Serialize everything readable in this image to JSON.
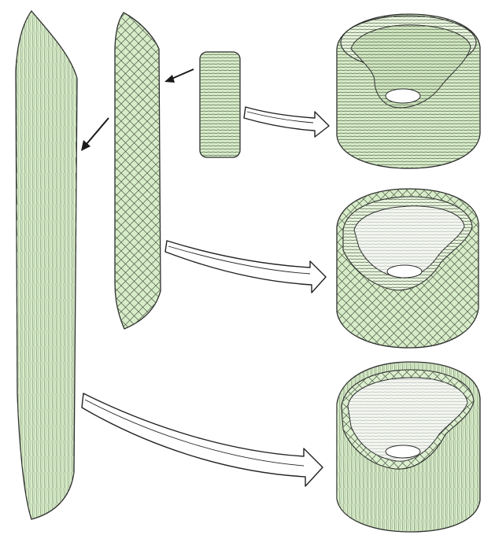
{
  "figure": {
    "background": "#ffffff",
    "tissue_fill": "#d7ecc8",
    "tissue_fill_light": "#e8f4de",
    "inner_wall_fill": "#f4f6f2",
    "hatch_color": "#5c6b55",
    "outline_color": "#2b2b2b",
    "arrow_fill": "#ffffff",
    "arrow_stroke": "#222222"
  },
  "sheets": [
    {
      "id": "small-sheet",
      "fiber_pattern": "horizontal"
    },
    {
      "id": "medium-sheet",
      "fiber_pattern": "crosshatch"
    },
    {
      "id": "large-sheet",
      "fiber_pattern": "longitudinal"
    }
  ],
  "vessels": [
    {
      "id": "vessel-top",
      "wall_pattern": "circumferential",
      "layers": 1
    },
    {
      "id": "vessel-middle",
      "wall_pattern": "crosshatch",
      "layers": 2
    },
    {
      "id": "vessel-bottom",
      "wall_pattern": "longitudinal",
      "layers": 3
    }
  ],
  "arrows": [
    {
      "from": "small-sheet",
      "to": "vessel-top",
      "style": "hollow"
    },
    {
      "from": "medium-sheet",
      "to": "vessel-middle",
      "style": "hollow"
    },
    {
      "from": "large-sheet",
      "to": "vessel-bottom",
      "style": "hollow"
    },
    {
      "from": "small-sheet",
      "to": "medium-sheet",
      "style": "solid"
    },
    {
      "from": "medium-sheet",
      "to": "large-sheet",
      "style": "solid"
    }
  ]
}
